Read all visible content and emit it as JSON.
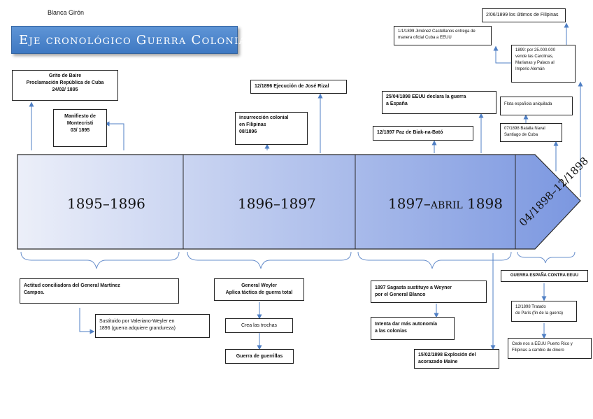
{
  "author": "Blanca Girón",
  "title": "Eje cronológico Guerra Colonial",
  "segments": [
    "1895–1896",
    "1896–1897",
    "1897–abril 1898",
    "04/1898–12/1898"
  ],
  "top_events": {
    "grito": "Grito de Baire\nProclamación República de Cuba\n24/02/ 1895",
    "manifiesto": "Manifiesto de\nMontecristi\n03/ 1895",
    "insurreccion": "insurrección colonial\nen Filipinas\n08/1896",
    "rizal": "12/1896 Ejecución de José Rizal",
    "biak": "12/1897 Paz de Biak-na-Bató",
    "eeuu_guerra": "25/04/1898 EEUU declara la guerra\na España",
    "jimenez": "1/1/1899 Jiménez Castellanos entrega de\nmanera oficial Cuba a EEUU",
    "ultimos": "2/06/1899 los últimos de Filipinas",
    "venta": "1899: por 25.000.000\nvende las Carolinas,\nMarianas y Palaos al\nImperio Alemán",
    "flota": "Flota española aniquilada",
    "santiago": "07/1898 Batalla Naval\nSantiago de Cuba"
  },
  "bottom_events": {
    "martinez": "Actitud conciliadora del General Martínez\nCampos.",
    "valeriano": "Sustituido por Valeriano-Weyler en\n1896 (guerra adquiere grandureza)",
    "weyler": "General Weyler\nAplica táctica de guerra total",
    "trochas": "Crea las trochas",
    "guerrillas": "Guerra de guerrillas",
    "sagasta": "1897 Sagasta sustituye a Weyner\npor el General Blanco",
    "autonomia": "Intenta dar más autonomía\na las colonias",
    "maine": "15/02/1898 Explosión del\nacorazado Maine",
    "guerra_eeuu": "GUERRA ESPAÑA CONTRA EEUU",
    "paris": "12/1898 Tratado\nde París (fin de la guerra)",
    "cede": "Cede nos a EEUU Puerto Rico y\nFilipinas a cambio de dinero"
  },
  "colors": {
    "title_bg": "#4a83cb",
    "arrow": "#4f7fc4",
    "timeline_light": "#e8ebf8",
    "timeline_dark": "#7e98e0"
  }
}
